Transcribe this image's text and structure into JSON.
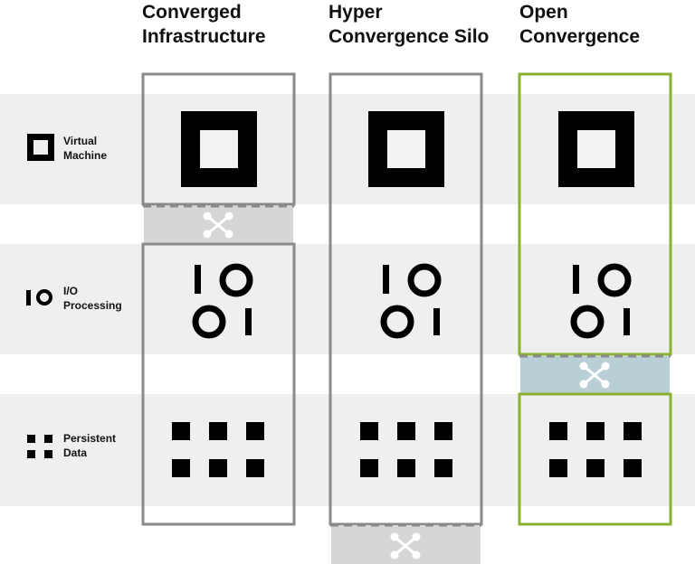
{
  "columns": [
    {
      "title_line1": "Converged",
      "title_line2": "Infrastructure",
      "border_color": "#8a8a8a"
    },
    {
      "title_line1": "Hyper",
      "title_line2": "Convergence Silo",
      "border_color": "#8a8a8a"
    },
    {
      "title_line1": "Open",
      "title_line2": "Convergence",
      "border_color": "#8ab032"
    }
  ],
  "rows": [
    {
      "label_line1": "Virtual",
      "label_line2": "Machine",
      "icon": "virtual-machine-icon"
    },
    {
      "label_line1": "I/O",
      "label_line2": "Processing",
      "icon": "io-processing-icon"
    },
    {
      "label_line1": "Persistent",
      "label_line2": "Data",
      "icon": "persistent-data-icon"
    }
  ],
  "colors": {
    "band": "#efefef",
    "gray_border": "#8a8a8a",
    "green_border": "#8ab032",
    "connector_gray": "#d6d6d6",
    "connector_blue": "#b9cfd6",
    "icon": "#000000"
  }
}
